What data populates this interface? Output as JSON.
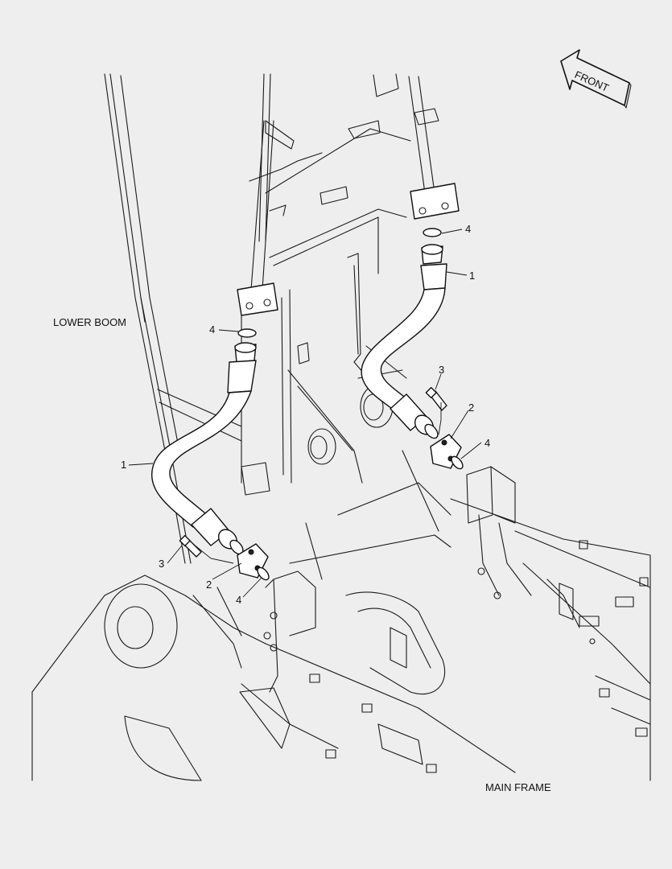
{
  "labels": {
    "front": "FRONT",
    "lower_boom": "LOWER BOOM",
    "main_frame": "MAIN FRAME"
  },
  "callouts": {
    "hose_right": "1",
    "hose_left": "1",
    "bolt_right": "3",
    "bolt_left": "3",
    "flange_right": "2",
    "flange_left": "2",
    "oring_right_top": "4",
    "oring_right_bottom": "4",
    "oring_left_top": "4",
    "oring_left_bottom": "4"
  },
  "colors": {
    "background": "#eeeeee",
    "line": "#1a1a1a"
  }
}
